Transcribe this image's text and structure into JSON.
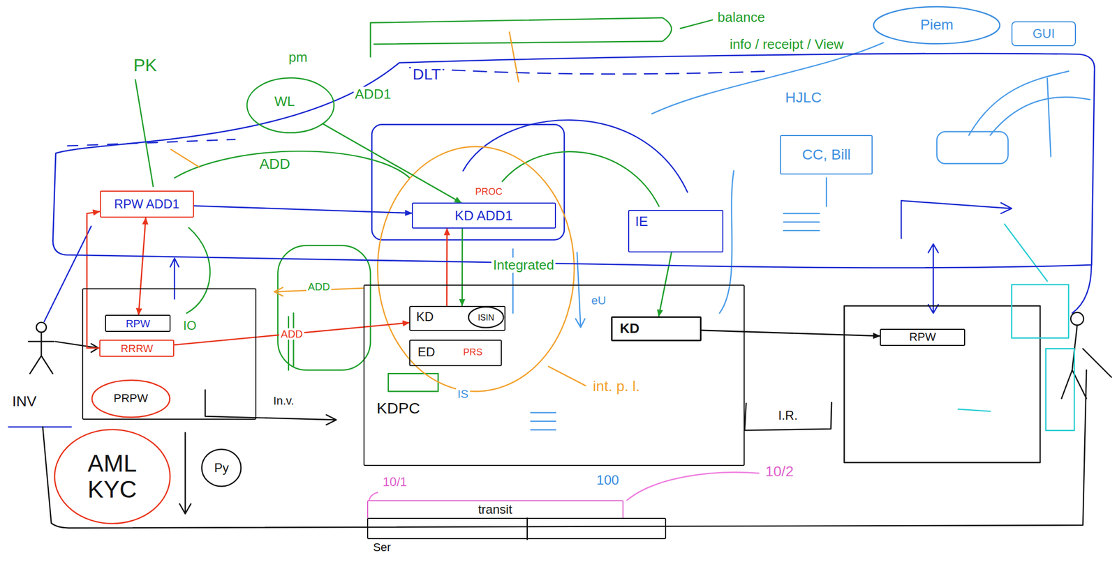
{
  "diagram": {
    "nodes": [
      {
        "text": [
          "DLT"
        ]
      },
      {
        "text": [
          "RPW ADD1"
        ],
        "in": 0
      },
      {
        "text": [
          "KD ADD1"
        ],
        "in": 0
      },
      {
        "text": [
          "IE"
        ],
        "in": 0
      },
      {
        "text": [
          "CC, Bill"
        ],
        "in": 0
      },
      {
        "text": [
          "pm",
          "WL"
        ]
      },
      {
        "text": [
          "Piem"
        ]
      },
      {
        "text": [
          "GUI"
        ]
      },
      {
        "text": [
          "In.v."
        ]
      },
      {
        "text": [
          "RPW"
        ],
        "in": 8
      },
      {
        "text": [
          "RRRW"
        ],
        "in": 8
      },
      {
        "text": [
          "PRPW"
        ],
        "in": 8
      },
      {
        "text": [
          "KDPC"
        ]
      },
      {
        "text": [
          "KD"
        ],
        "in": 12
      },
      {
        "text": [
          "ISIN"
        ],
        "in": 13
      },
      {
        "text": [
          "ED",
          "PRS"
        ],
        "in": 12
      },
      {
        "text": [
          "KD"
        ],
        "in": 12
      },
      {
        "text": [
          "I.R."
        ]
      },
      {
        "text": [
          "RPW"
        ]
      },
      {
        "text": [
          "AML KYC"
        ]
      },
      {
        "text": [
          "Py"
        ]
      },
      {
        "text": [
          "transit"
        ]
      },
      {
        "text": [
          "Ser"
        ]
      }
    ],
    "edges": [
      {
        "from": 9,
        "to": 1,
        "arrow": "both"
      },
      {
        "from": 10,
        "to": 1,
        "arrow": "to"
      },
      {
        "from": 1,
        "to": 2,
        "arrow": "to"
      },
      {
        "from": 5,
        "to": 2,
        "arrow": "to"
      },
      {
        "from": 13,
        "to": 2,
        "arrow": "to"
      },
      {
        "from": 2,
        "to": 13,
        "arrow": "to"
      },
      {
        "from": 10,
        "to": 13,
        "arrow": "to",
        "label": "ADD"
      },
      {
        "from": 16,
        "to": 18,
        "arrow": "to"
      },
      {
        "from": 3,
        "to": 16,
        "arrow": "to"
      }
    ],
    "labels": [
      "PK",
      "ADD1",
      "ADD",
      "balance",
      "info / receipt / View",
      "HJLC",
      "PROC",
      "IO",
      "ADD",
      "Integrated",
      "int. p. l.",
      "eU",
      "IS",
      "INV",
      "10/1",
      "100",
      "10/2"
    ]
  }
}
